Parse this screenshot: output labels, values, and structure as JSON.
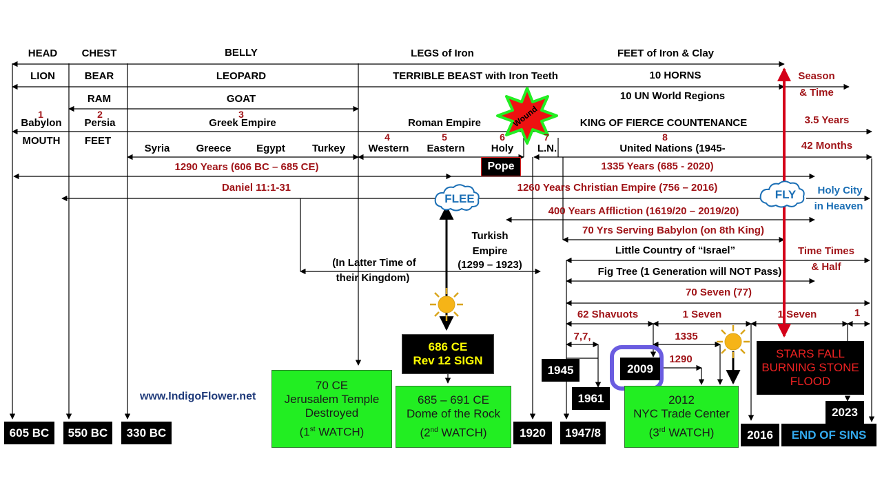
{
  "header": {
    "head": "HEAD",
    "chest": "CHEST",
    "belly": "BELLY",
    "legs": "LEGS of Iron",
    "feet": "FEET of Iron & Clay",
    "lion": "LION",
    "bear": "BEAR",
    "leopard": "LEOPARD",
    "beast": "TERRIBLE BEAST with Iron Teeth",
    "horns": "10 HORNS",
    "season1": "Season",
    "season2": "& Time",
    "ram": "RAM",
    "goat": "GOAT",
    "un": "10 UN World Regions",
    "n1": "1",
    "n2": "2",
    "n3": "3",
    "babylon": "Babylon",
    "persia": "Persia",
    "greek": "Greek Empire",
    "roman": "Roman Empire",
    "wound": "Wound",
    "king": "KING OF FIERCE COUNTENANCE",
    "years35": "3.5 Years",
    "mouth": "MOUTH",
    "feet2": "FEET",
    "n4": "4",
    "n5": "5",
    "n6": "6",
    "n7": "7",
    "n8": "8",
    "western": "Western",
    "eastern": "Eastern",
    "holy": "Holy",
    "ln": "L.N.",
    "un_nations": "United Nations (1945-",
    "months42": "42 Months",
    "syria": "Syria",
    "greece": "Greece",
    "egypt": "Egypt",
    "turkey": "Turkey",
    "pope": "Pope"
  },
  "periods": {
    "p1290": "1290 Years (606 BC – 685 CE)",
    "p1335": "1335 Years (685 - 2020)",
    "daniel": "Daniel 11:1-31",
    "p1260": "1260 Years Christian Empire (756 – 2016)",
    "flee": "FLEE",
    "fly": "FLY",
    "holycity1": "Holy City",
    "holycity2": "in Heaven",
    "p400": "400 Years Affliction (1619/20 – 2019/20)",
    "turkish1": "Turkish",
    "turkish2": "Empire",
    "turkish3": "(1299 – 1923)",
    "p70yrs": "70 Yrs Serving Babylon (on 8th King)",
    "israel": "Little Country of “Israel”",
    "timetimes1": "Time Times",
    "timetimes2": "& Half",
    "latter1": "(In Latter Time of",
    "latter2": "their Kingdom)",
    "figtree": "Fig Tree (1 Generation will NOT Pass)",
    "seventy7": "70 Seven (77)",
    "shavuots": "62 Shavuots",
    "oneseven1": "1 Seven",
    "oneseven2": "1 Seven",
    "one": "1",
    "seven77": "7,7,",
    "d1335": "1335",
    "d1290": "1290"
  },
  "boxes": {
    "b686a": "686 CE",
    "b686b": "Rev 12 SIGN",
    "b70a": "70 CE",
    "b70b": "Jerusalem Temple",
    "b70c": "Destroyed",
    "b70d": "(1",
    "b70sup": "st",
    "b70e": " WATCH)",
    "b685a": "685 – 691 CE",
    "b685b": "Dome of the Rock",
    "b685d": "(2",
    "b685sup": "nd",
    "b685e": " WATCH)",
    "b2012a": "2012",
    "b2012b": "NYC Trade Center",
    "b2012d": "(3",
    "b2012sup": "rd",
    "b2012e": " WATCH)",
    "stars1": "STARS FALL",
    "stars2": "BURNING STONE",
    "stars3": "FLOOD",
    "y605": "605 BC",
    "y550": "550 BC",
    "y330": "330 BC",
    "y1920": "1920",
    "y19478": "1947/8",
    "y1945": "1945",
    "y1961": "1961",
    "y2009": "2009",
    "y2016": "2016",
    "y2023": "2023",
    "endsins": "END OF SINS",
    "website": "www.IndigoFlower.net"
  },
  "colors": {
    "red": "#a01418",
    "green": "#22ee22",
    "blue": "#1b6fb5",
    "highlight": "#6a5ce0",
    "burst": "#ee1111"
  }
}
